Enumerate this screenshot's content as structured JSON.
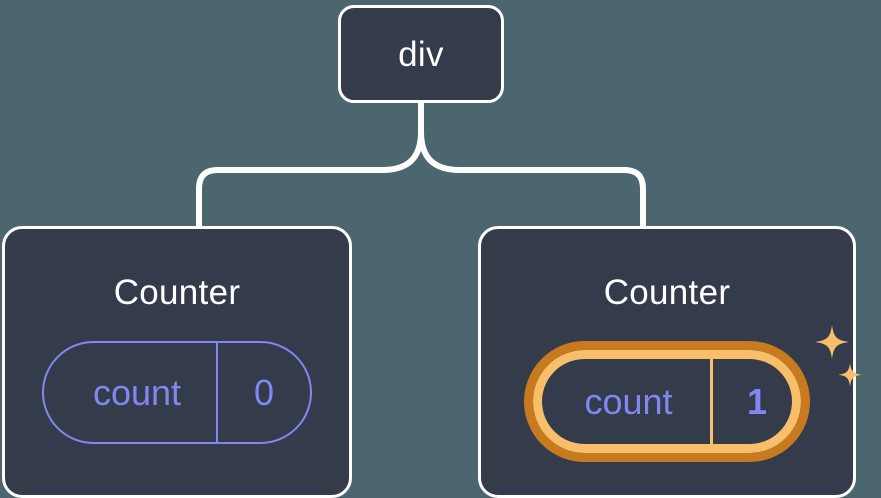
{
  "diagram": {
    "type": "component-tree",
    "background_color": "#4c6670",
    "node_fill_color": "#343b4a",
    "node_border_color": "#ffffff",
    "connector_color": "#ffffff",
    "accent_purple": "#8187f0",
    "highlight_outer_color": "#c87a1e",
    "highlight_inner_color": "#f8be6a",
    "sparkle_color": "#f8be6a"
  },
  "root": {
    "label": "div"
  },
  "children": [
    {
      "title": "Counter",
      "state": {
        "key": "count",
        "value": "0",
        "divider": "|",
        "highlighted": false
      }
    },
    {
      "title": "Counter",
      "state": {
        "key": "count",
        "value": "1",
        "divider": "|",
        "highlighted": true
      },
      "sparkles": {
        "large": "sparkle-large",
        "small": "sparkle-small"
      }
    }
  ]
}
